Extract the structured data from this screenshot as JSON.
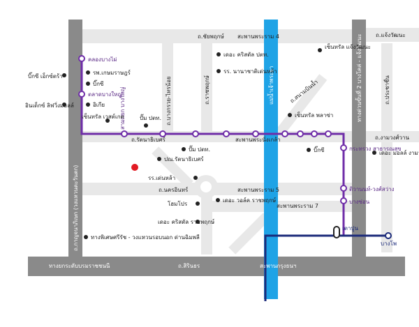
{
  "colors": {
    "road": "#e8e8e8",
    "expressway": "#8a8a8a",
    "river": "#1fa3e6",
    "purple_line": "#6f2da8",
    "blue_line": "#1b2a7a",
    "station_label": "#5b2a86",
    "poi_dot": "#222222",
    "site_marker": "#e21b23",
    "text": "#222222"
  },
  "roads": {
    "north_street": "ถ.ชัยพฤกษ์",
    "bridge_pra_ram_4": "สะพานพระราม 4",
    "bridge_north_east": "ถ.แจ้งวัฒนะ",
    "main_east_west": "ถ.รัตนาธิเบศร์",
    "bridge_nonthaburi": "สะพานพระนั่งเกล้า",
    "east_right": "ถ.งามวงศ์วาน",
    "nakhon_in": "ถ.นครอินทร์",
    "bridge_pra_ram_5": "สะพานพระราม 5",
    "bridge_pra_ram_7": "สะพานพระราม 7",
    "sirindhorn": "ถ.สิรินธร",
    "expressway_south": "ทางยกระดับบรมราชชนนี",
    "bridge_krung_thon": "สะพานกรุงธนฯ",
    "ratchaphruek": "ถ.ราชพฤกษ์",
    "bang_kruai_sai_noi": "ถ.บางกรวย-ไทรน้อย",
    "kanchanaphisek": "ถ.กาญจนาภิเษก (วงแหวนตะวันตก)",
    "pracha_chuen": "ถ.ประชาชื่น",
    "chaeng_watthana_2": "ทางด่วนขั้นที่ 2 บางโคล่ - แจ้งวัฒนะ",
    "sanambinnam": "ถ.สนามบินน้ำ",
    "river_name": "แม่น้ำเจ้าพระยา"
  },
  "stations": {
    "khlong_bang_phai": "คลองบางไผ่",
    "talad_bang_yai": "ตลาดบางใหญ่",
    "sam_yaek_bang_yai": "สามแยก บางใหญ่",
    "phra_nang_klao": "กระทรวง สาธารณสุข",
    "wong_sawang": "ติวานนท์-วงศ์สว่าง",
    "bang_son": "บางซ่อน",
    "tao_poon": "เตาปูน",
    "bang_pho": "บางโพ"
  },
  "places": {
    "big_c_west": "บิ๊กซี เอ็กซ์ตร้า",
    "index": "อินเด็กซ์ ลิฟวิ่งมอลล์",
    "kasemrad": "รพ.เกษมราษฎร์",
    "big_c_2": "บิ๊กซี",
    "ikea": "อิเกีย",
    "central_westgate": "เซ็นทรัล เวสต์เกต",
    "ptt_north": "ปั๊ม ปตท.",
    "crystal_ptt": "เดอะ คริสตัล ปตท.",
    "nawamin_school": "รร. นานาชาติเด่นหล้า",
    "central_chaeng": "เซ็นทรัล แจ้งวัฒนะ",
    "central_plaza": "เซ็นทรัล พลาซ่า",
    "big_c_east": "บิ๊กซี",
    "the_mall": "เดอะ มอลล์ งามวงศ์วาน",
    "ptt_south": "ปั๊ม ปตท.",
    "pmh_ratanathibet": "ปณ.รัตนาธิเบศร์",
    "denla_school": "รร.เด่นหล้า",
    "homepro": "โฮมโปร",
    "the_walk": "เดอะ วอล์ค ราชพฤกษ์",
    "crystal_ratchaphruek": "เดอะ คริสตัล ราชพฤกษ์",
    "kanchanaphisek_exit": "ทางพิเศษศรีรัช - วงแหวนรอบนอก ด่านฉิมพลี"
  }
}
